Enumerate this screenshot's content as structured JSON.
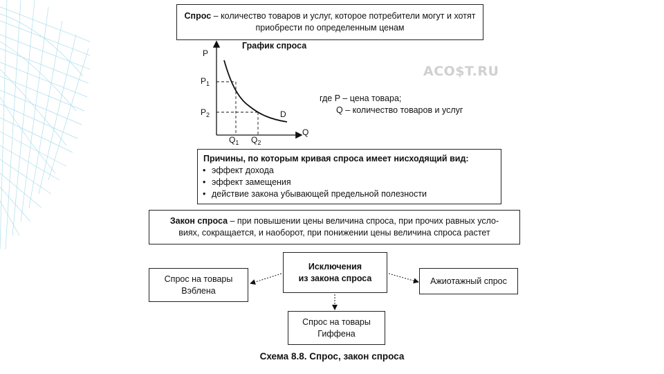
{
  "definition": {
    "term": "Спрос",
    "text": " – количество товаров и услуг, которое потребители могут и хотят приобрести по определенным ценам"
  },
  "graph": {
    "title": "График спроса",
    "axis_p": "P",
    "axis_q": "Q",
    "p1": "P",
    "p1_sub": "1",
    "p2": "P",
    "p2_sub": "2",
    "q1": "Q",
    "q1_sub": "1",
    "q2": "Q",
    "q2_sub": "2",
    "curve_label": "D"
  },
  "legend": {
    "line1": "где P – цена товара;",
    "line2": "Q – количество товаров и услуг"
  },
  "watermark": "ACO$T.RU",
  "reasons": {
    "title": "Причины, по которым кривая спроса имеет нисходящий вид:",
    "items": [
      "эффект дохода",
      "эффект замещения",
      "действие закона убывающей предельной полезности"
    ]
  },
  "law": {
    "term": "Закон спроса",
    "line1": " – при повышении цены величина спроса, при прочих равных усло-",
    "line2": "виях, сокращается, и наоборот, при понижении цены величина спроса растет"
  },
  "exceptions": {
    "center_line1": "Исключения",
    "center_line2": "из закона спроса",
    "left_line1": "Спрос на товары",
    "left_line2": "Вэблена",
    "right": "Ажиотажный спрос",
    "bottom_line1": "Спрос на товары",
    "bottom_line2": "Гиффена"
  },
  "caption": "Схема 8.8. Спрос, закон спроса"
}
